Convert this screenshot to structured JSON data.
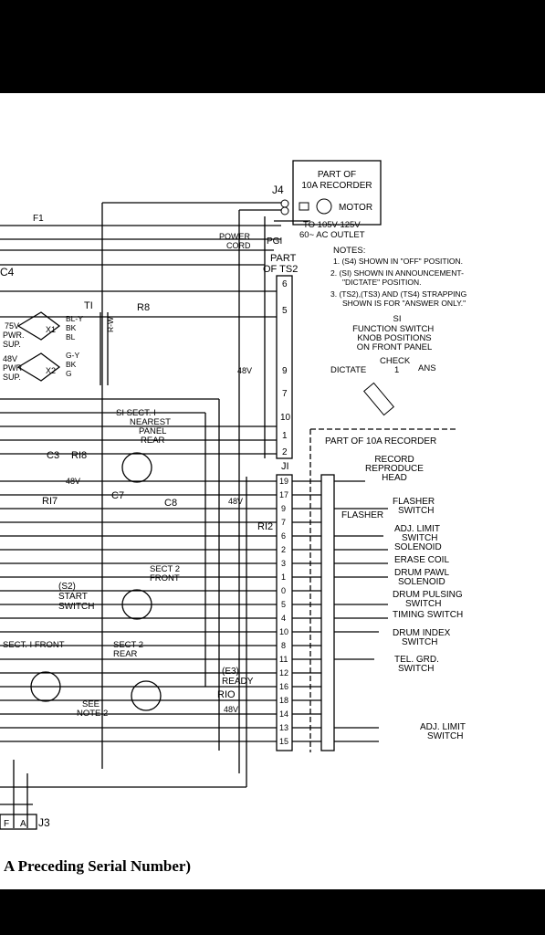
{
  "recorder_box": {
    "line1": "PART OF",
    "line2": "10A RECORDER",
    "motor": "MOTOR"
  },
  "labels": {
    "j4": "J4",
    "f1": "F1",
    "c4": "C4",
    "power_cord": "POWER\nCORD",
    "pg1": "PGI",
    "outlet": "TO 105V-125V\n60~ AC OUTLET",
    "part_ts2": "PART\nOF TS2",
    "t1": "TI",
    "r8": "R8",
    "pwr75": "75V\nPWR.\nSUP.",
    "pwr48": "48V\nPWR\nSUP.",
    "x1": "X1",
    "x2": "X2",
    "rw": "R-W",
    "blk": "BL-Y\nBK\nBL",
    "gvk": "G-Y\nBK\nG",
    "v48a": "48V",
    "v48b": "48V",
    "v48c": "48V",
    "v48d": "48V",
    "s1_sect": "SI SECT. I\nNEAREST\nPANEL\nREAR",
    "c3": "C3",
    "r18": "RI8",
    "r17": "RI7",
    "c7": "C7",
    "c8": "C8",
    "r12": "RI2",
    "s2": "(S2)\nSTART\nSWITCH",
    "sect1_front": "SECT. I FRONT",
    "sect2_rear": "SECT 2\nREAR",
    "sect2_front": "SECT 2\nFRONT",
    "see_note": "SEE\nNOTE 2",
    "e3": "(E3)\nREADY",
    "r10": "RIO",
    "j1": "JI",
    "j3": "J3"
  },
  "notes": {
    "title": "NOTES:",
    "items": [
      "1. (S4) SHOWN IN \"OFF\" POSITION.",
      "2. (SI) SHOWN IN ANNOUNCEMENT-\n   \"DICTATE\" POSITION.",
      "3. (TS2),(TS3) AND (TS4) STRAPPING\n   SHOWN IS FOR \"ANSWER ONLY.\""
    ]
  },
  "function_switch": {
    "title": "SI\nFUNCTION SWITCH\nKNOB POSITIONS\nON FRONT PANEL",
    "check": "CHECK",
    "dictate": "DICTATE",
    "one": "1",
    "ans": "ANS"
  },
  "part_10a_right": "PART OF 10A RECORDER",
  "ts2_terminals": [
    "6",
    "5",
    "9",
    "7",
    "10",
    "1",
    "2"
  ],
  "j1_pins": [
    "19",
    "17",
    "9",
    "7",
    "6",
    "2",
    "3",
    "1",
    "0",
    "5",
    "4",
    "10",
    "8",
    "11",
    "12",
    "16",
    "18",
    "14",
    "13",
    "15"
  ],
  "right_components": [
    "RECORD\nREPRODUCE\nHEAD",
    "FLASHER\nSWITCH",
    "FLASHER",
    "ADJ. LIMIT\nSWITCH",
    "SOLENOID",
    "ERASE COIL",
    "DRUM PAWL\nSOLENOID",
    "DRUM PULSING\nSWITCH",
    "TIMING SWITCH",
    "DRUM INDEX\nSWITCH",
    "TEL. GRD.\nSWITCH",
    "ADJ. LIMIT\nSWITCH"
  ],
  "j3_pins": [
    "F",
    "A"
  ],
  "caption": "A Preceding Serial Number)"
}
